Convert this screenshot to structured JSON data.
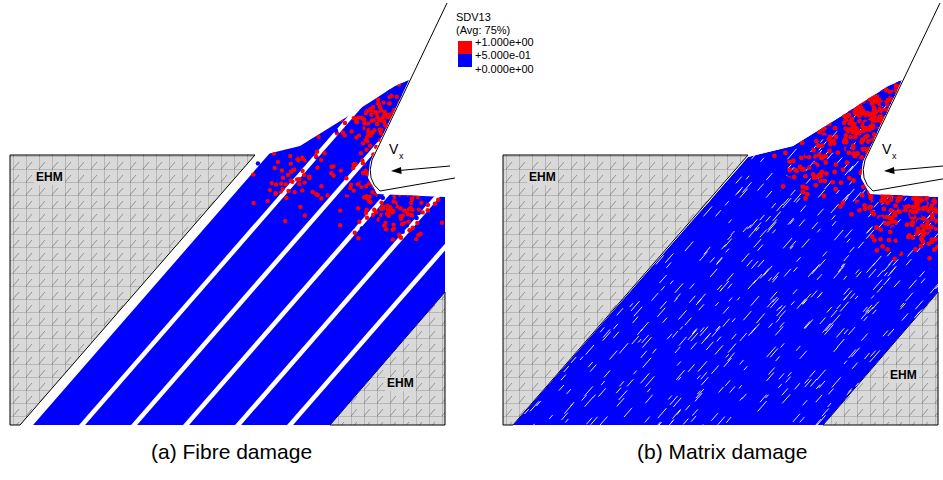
{
  "diagram": {
    "labels": [
      "EHM",
      "EHM",
      "V",
      "x",
      "EHM",
      "EHM",
      "V",
      "x",
      "SDV13",
      "(Avg: 75%)",
      "+0.000e+00",
      "(a) Fibre damage",
      "(b) Matrix damage"
    ],
    "legend": [
      {
        "text": "+1.000e+00",
        "color": "#ff0000"
      },
      {
        "text": "+5.000e-01",
        "color": "#0000ff"
      }
    ]
  }
}
